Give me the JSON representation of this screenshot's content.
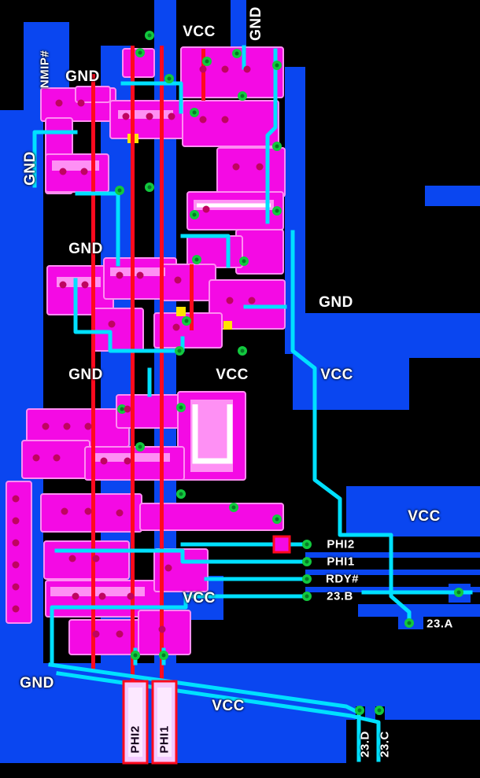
{
  "colors": {
    "background": "#000000",
    "metal": "#0a46f0",
    "poly": "#f40ae4",
    "poly_light": "#ff9ff5",
    "diffusion": "#00e0ff",
    "via": "#12c93e",
    "contact": "#bf0460",
    "power_line": "#ff0a1e",
    "pad": "#f3c9ff",
    "highlight": "#ffffff",
    "accent_yellow": "#ffe400"
  },
  "labels": [
    {
      "id": "nmip",
      "text": "NMIP#"
    },
    {
      "id": "gnd-top-left",
      "text": "GND"
    },
    {
      "id": "vcc-top",
      "text": "VCC"
    },
    {
      "id": "gnd-top-vert",
      "text": "GND"
    },
    {
      "id": "gnd-left-vert",
      "text": "GND"
    },
    {
      "id": "gnd-mid-1",
      "text": "GND"
    },
    {
      "id": "gnd-right",
      "text": "GND"
    },
    {
      "id": "gnd-mid-2",
      "text": "GND"
    },
    {
      "id": "vcc-center",
      "text": "VCC"
    },
    {
      "id": "vcc-right",
      "text": "VCC"
    },
    {
      "id": "vcc-lower-right",
      "text": "VCC"
    },
    {
      "id": "phi2-row",
      "text": "PHI2"
    },
    {
      "id": "phi1-row",
      "text": "PHI1"
    },
    {
      "id": "rdy-row",
      "text": "RDY#"
    },
    {
      "id": "sig-23b",
      "text": "23.B"
    },
    {
      "id": "sig-23a",
      "text": "23.A"
    },
    {
      "id": "vcc-center-low",
      "text": "VCC"
    },
    {
      "id": "gnd-bottom-left",
      "text": "GND"
    },
    {
      "id": "vcc-bottom",
      "text": "VCC"
    },
    {
      "id": "phi2-pad",
      "text": "PHI2"
    },
    {
      "id": "phi1-pad",
      "text": "PHI1"
    },
    {
      "id": "sig-23d",
      "text": "23.D"
    },
    {
      "id": "sig-23c",
      "text": "23.C"
    }
  ]
}
